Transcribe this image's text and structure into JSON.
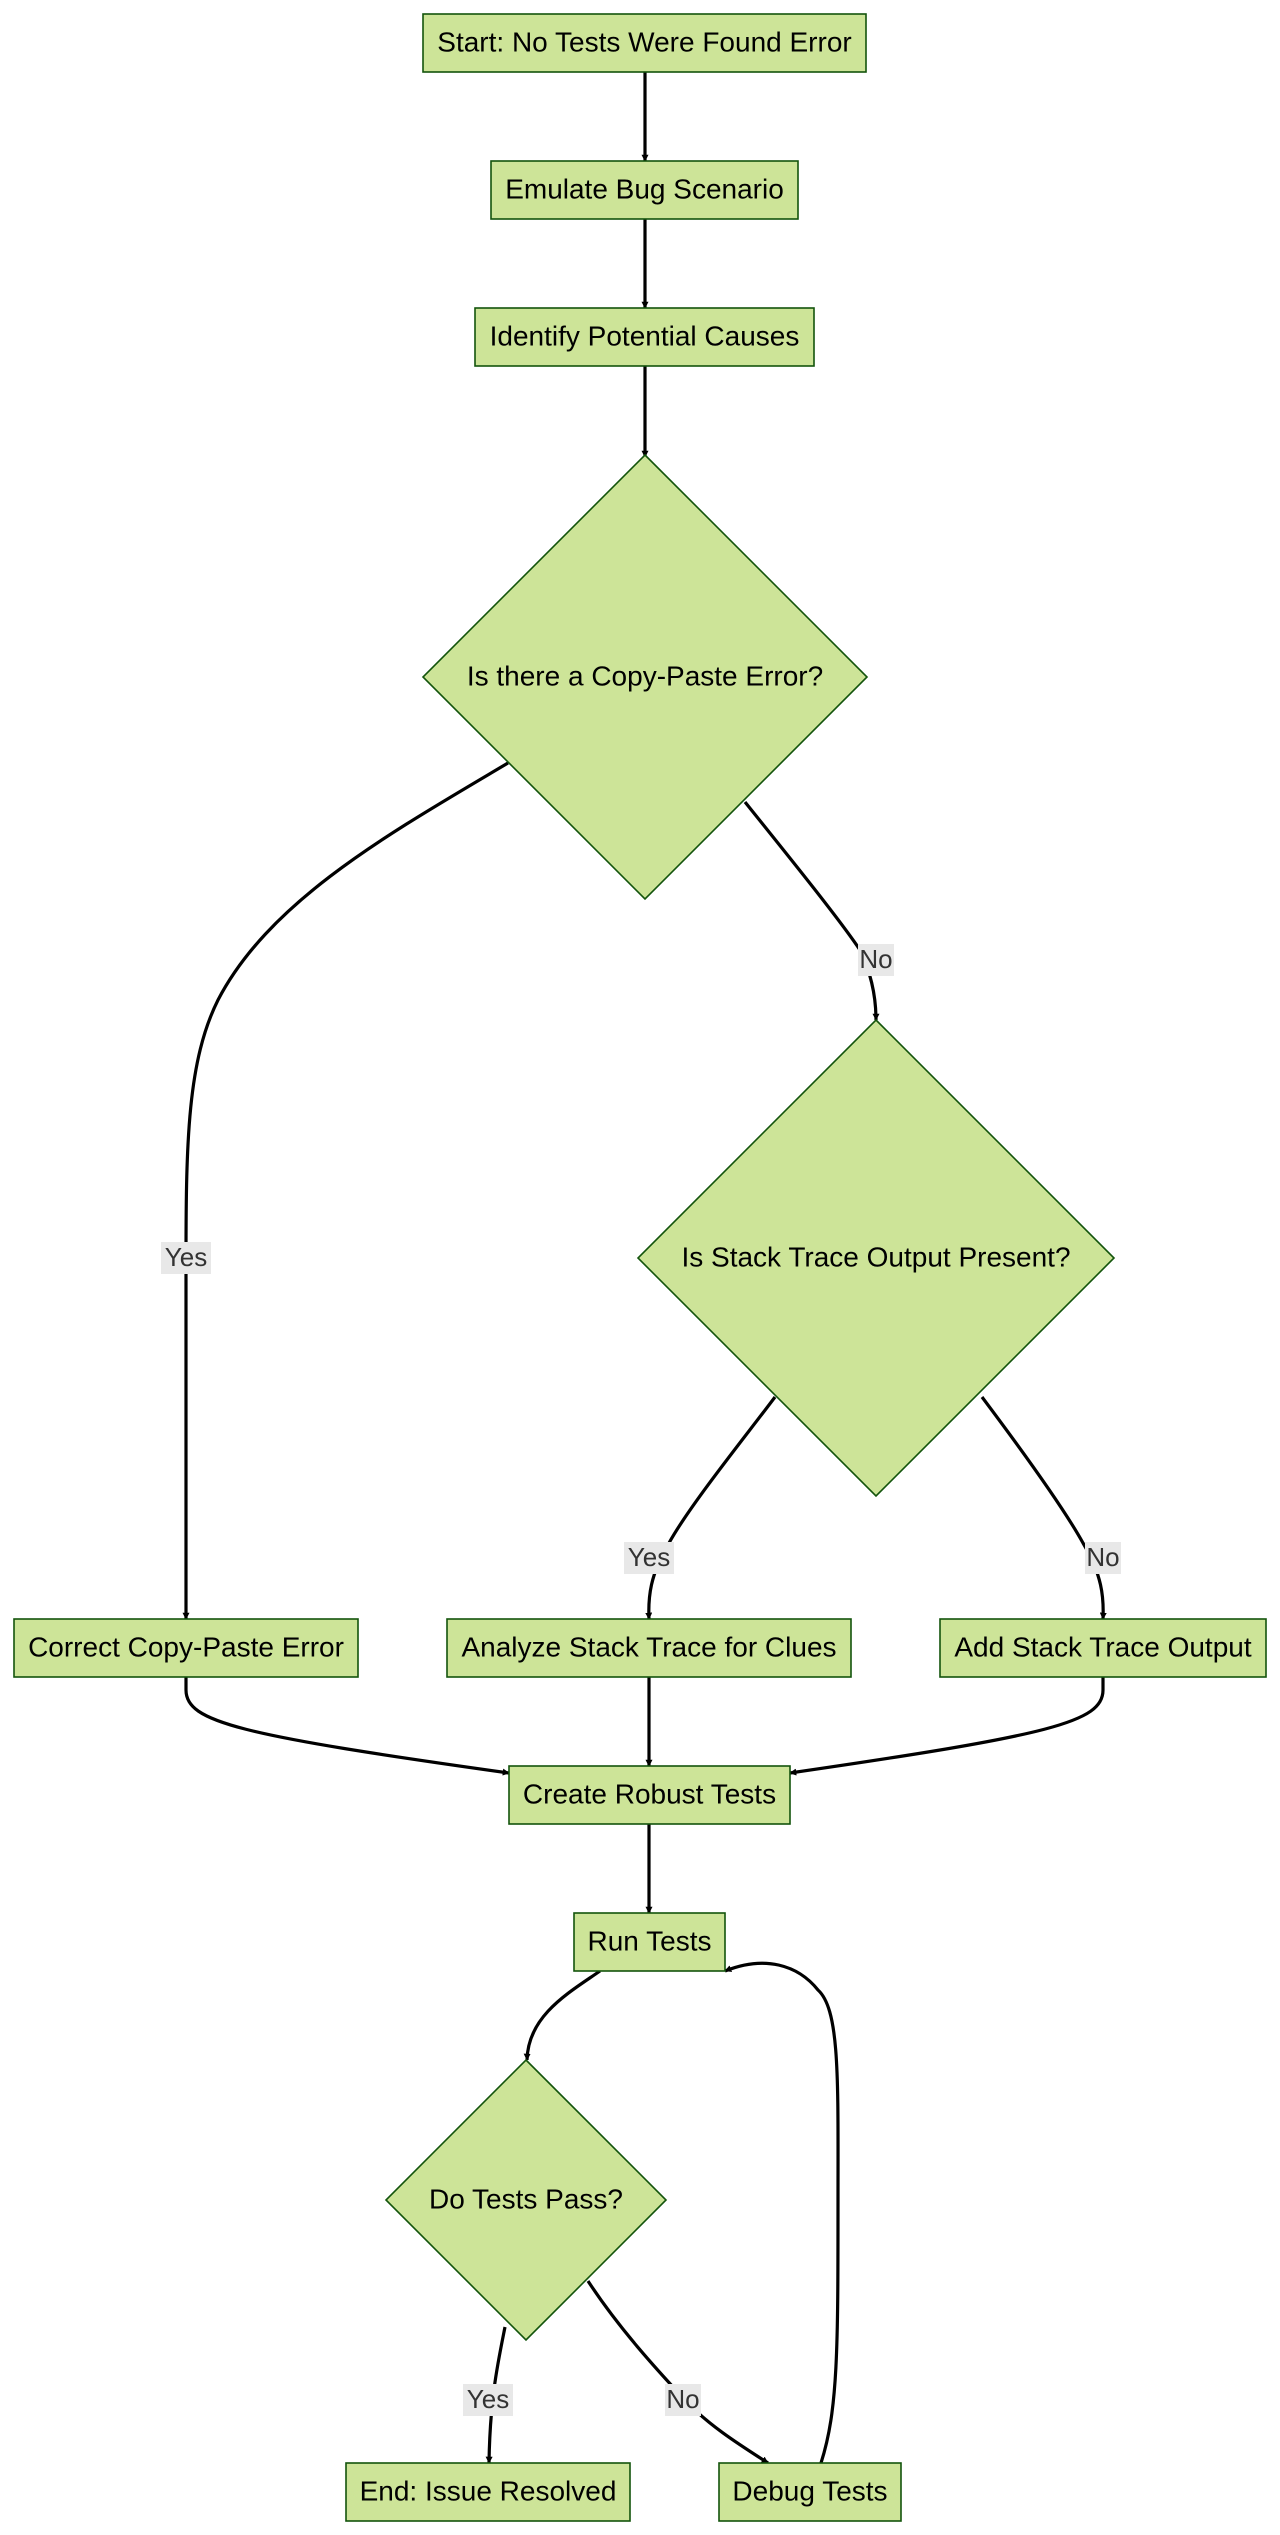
{
  "diagram": {
    "type": "flowchart",
    "colors": {
      "node_fill": "#cde498",
      "node_stroke": "#13540c",
      "edge": "#000000",
      "label_bg": "#e8e8e8"
    },
    "nodes": [
      {
        "id": "start",
        "shape": "rect",
        "label": "Start: No Tests Were Found Error"
      },
      {
        "id": "emulate",
        "shape": "rect",
        "label": "Emulate Bug Scenario"
      },
      {
        "id": "identify",
        "shape": "rect",
        "label": "Identify Potential Causes"
      },
      {
        "id": "copy_paste_q",
        "shape": "diamond",
        "label": "Is there a Copy-Paste Error?"
      },
      {
        "id": "stack_trace_q",
        "shape": "diamond",
        "label": "Is Stack Trace Output Present?"
      },
      {
        "id": "correct",
        "shape": "rect",
        "label": "Correct Copy-Paste Error"
      },
      {
        "id": "analyze",
        "shape": "rect",
        "label": "Analyze Stack Trace for Clues"
      },
      {
        "id": "add_output",
        "shape": "rect",
        "label": "Add Stack Trace Output"
      },
      {
        "id": "create",
        "shape": "rect",
        "label": "Create Robust Tests"
      },
      {
        "id": "run",
        "shape": "rect",
        "label": "Run Tests"
      },
      {
        "id": "pass_q",
        "shape": "diamond",
        "label": "Do Tests Pass?"
      },
      {
        "id": "end",
        "shape": "rect",
        "label": "End: Issue Resolved"
      },
      {
        "id": "debug",
        "shape": "rect",
        "label": "Debug Tests"
      }
    ],
    "edges": [
      {
        "from": "start",
        "to": "emulate",
        "label": ""
      },
      {
        "from": "emulate",
        "to": "identify",
        "label": ""
      },
      {
        "from": "identify",
        "to": "copy_paste_q",
        "label": ""
      },
      {
        "from": "copy_paste_q",
        "to": "correct",
        "label": "Yes"
      },
      {
        "from": "copy_paste_q",
        "to": "stack_trace_q",
        "label": "No"
      },
      {
        "from": "stack_trace_q",
        "to": "analyze",
        "label": "Yes"
      },
      {
        "from": "stack_trace_q",
        "to": "add_output",
        "label": "No"
      },
      {
        "from": "correct",
        "to": "create",
        "label": ""
      },
      {
        "from": "analyze",
        "to": "create",
        "label": ""
      },
      {
        "from": "add_output",
        "to": "create",
        "label": ""
      },
      {
        "from": "create",
        "to": "run",
        "label": ""
      },
      {
        "from": "run",
        "to": "pass_q",
        "label": ""
      },
      {
        "from": "pass_q",
        "to": "end",
        "label": "Yes"
      },
      {
        "from": "pass_q",
        "to": "debug",
        "label": "No"
      },
      {
        "from": "debug",
        "to": "run",
        "label": ""
      }
    ]
  }
}
